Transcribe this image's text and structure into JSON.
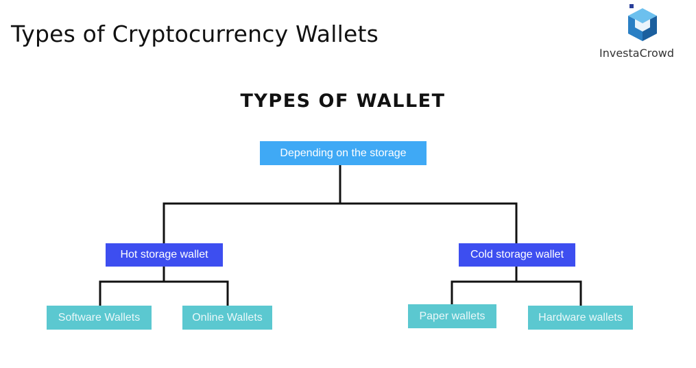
{
  "page": {
    "title": "Types of Cryptocurrency Wallets"
  },
  "brand": {
    "name": "InvestaCrowd",
    "logo_icon": "cube-logo-icon",
    "colors": {
      "dark": "#1f6fb8",
      "light": "#4aa8e0",
      "accent": "#2a3f9a"
    }
  },
  "diagram": {
    "heading": "TYPES OF WALLET",
    "root": {
      "label": "Depending on the storage",
      "color": "#3fa9f5"
    },
    "categories": [
      {
        "label": "Hot storage wallet",
        "color": "#3d4ef0",
        "children": [
          {
            "label": "Software Wallets"
          },
          {
            "label": "Online Wallets"
          }
        ]
      },
      {
        "label": "Cold storage wallet",
        "color": "#3d4ef0",
        "children": [
          {
            "label": "Paper wallets"
          },
          {
            "label": "Hardware wallets"
          }
        ]
      }
    ],
    "leaf_color": "#5bc8d0",
    "connector_color": "#111111"
  }
}
